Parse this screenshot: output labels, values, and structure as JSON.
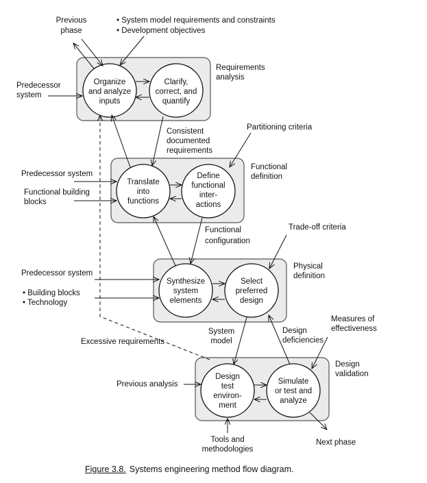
{
  "stages": {
    "requirements": [
      "Requirements",
      "analysis"
    ],
    "functional": [
      "Functional",
      "definition"
    ],
    "physical": [
      "Physical",
      "definition"
    ],
    "validation": [
      "Design",
      "validation"
    ]
  },
  "nodes": {
    "organize": [
      "Organize",
      "and analyze",
      "inputs"
    ],
    "clarify": [
      "Clarify,",
      "correct, and",
      "quantify"
    ],
    "translate": [
      "Translate",
      "into",
      "functions"
    ],
    "define": [
      "Define",
      "functional",
      "inter-",
      "actions"
    ],
    "synthesize": [
      "Synthesize",
      "system",
      "elements"
    ],
    "select": [
      "Select",
      "preferred",
      "design"
    ],
    "design_env": [
      "Design",
      "test",
      "environ-",
      "ment"
    ],
    "simulate": [
      "Simulate",
      "or test and",
      "analyze"
    ]
  },
  "labels": {
    "previous_phase": [
      "Previous",
      "phase"
    ],
    "objectives": [
      "• System model requirements and constraints",
      "• Development objectives"
    ],
    "predecessor_system_1": [
      "Predecessor",
      "system"
    ],
    "consistent_requirements": [
      "Consistent",
      "documented",
      "requirements"
    ],
    "partitioning_criteria": "Partitioning criteria",
    "predecessor_system_2": "Predecessor system",
    "functional_blocks": [
      "Functional building",
      "blocks"
    ],
    "functional_configuration": [
      "Functional",
      "configuration"
    ],
    "tradeoff_criteria": "Trade-off criteria",
    "predecessor_system_3": "Predecessor system",
    "building_technology": [
      "• Building blocks",
      "• Technology"
    ],
    "system_model": [
      "System",
      "model"
    ],
    "design_deficiencies": [
      "Design",
      "deficiencies"
    ],
    "measures": [
      "Measures of",
      "effectiveness"
    ],
    "excessive_requirements": "Excessive requirements",
    "previous_analysis": "Previous analysis",
    "tools": [
      "Tools and",
      "methodologies"
    ],
    "next_phase": "Next phase"
  },
  "caption": {
    "figure": "Figure 3.8.",
    "text": "Systems engineering method flow diagram."
  }
}
